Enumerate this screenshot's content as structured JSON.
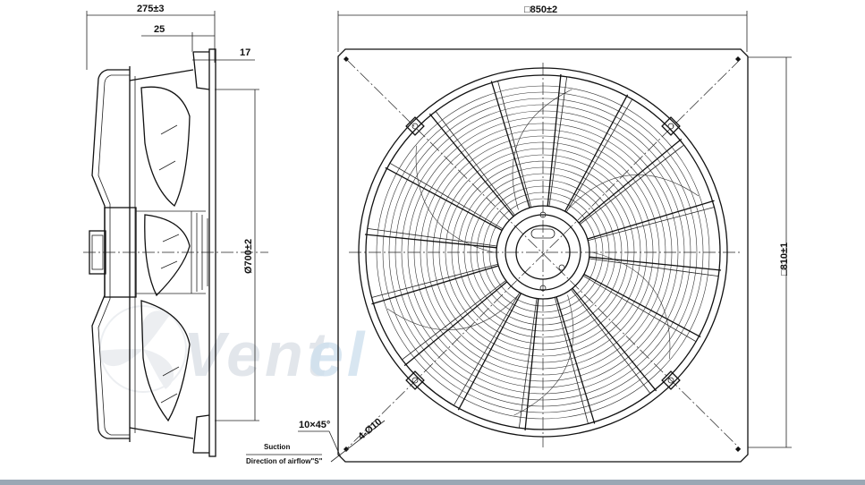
{
  "side_view": {
    "width_dim": "275±3",
    "offset_dim": "25",
    "thickness_dim": "17",
    "diameter_dim": "Ø700±2",
    "suction_label": "Suction",
    "airflow_label": "Direction of airflow\"S\""
  },
  "front_view": {
    "square_dim": "□850±2",
    "hole_spacing_dim": "□810±1",
    "chamfer_dim": "10×45°",
    "holes_dim": "4-Ø10"
  },
  "watermark": {
    "text_a": "Vent",
    "text_b": "el",
    "color_a": "#d6dce3",
    "color_b": "#cfe0ee"
  },
  "colors": {
    "line": "#111111",
    "bottom_bar": "#9aa7b4"
  }
}
